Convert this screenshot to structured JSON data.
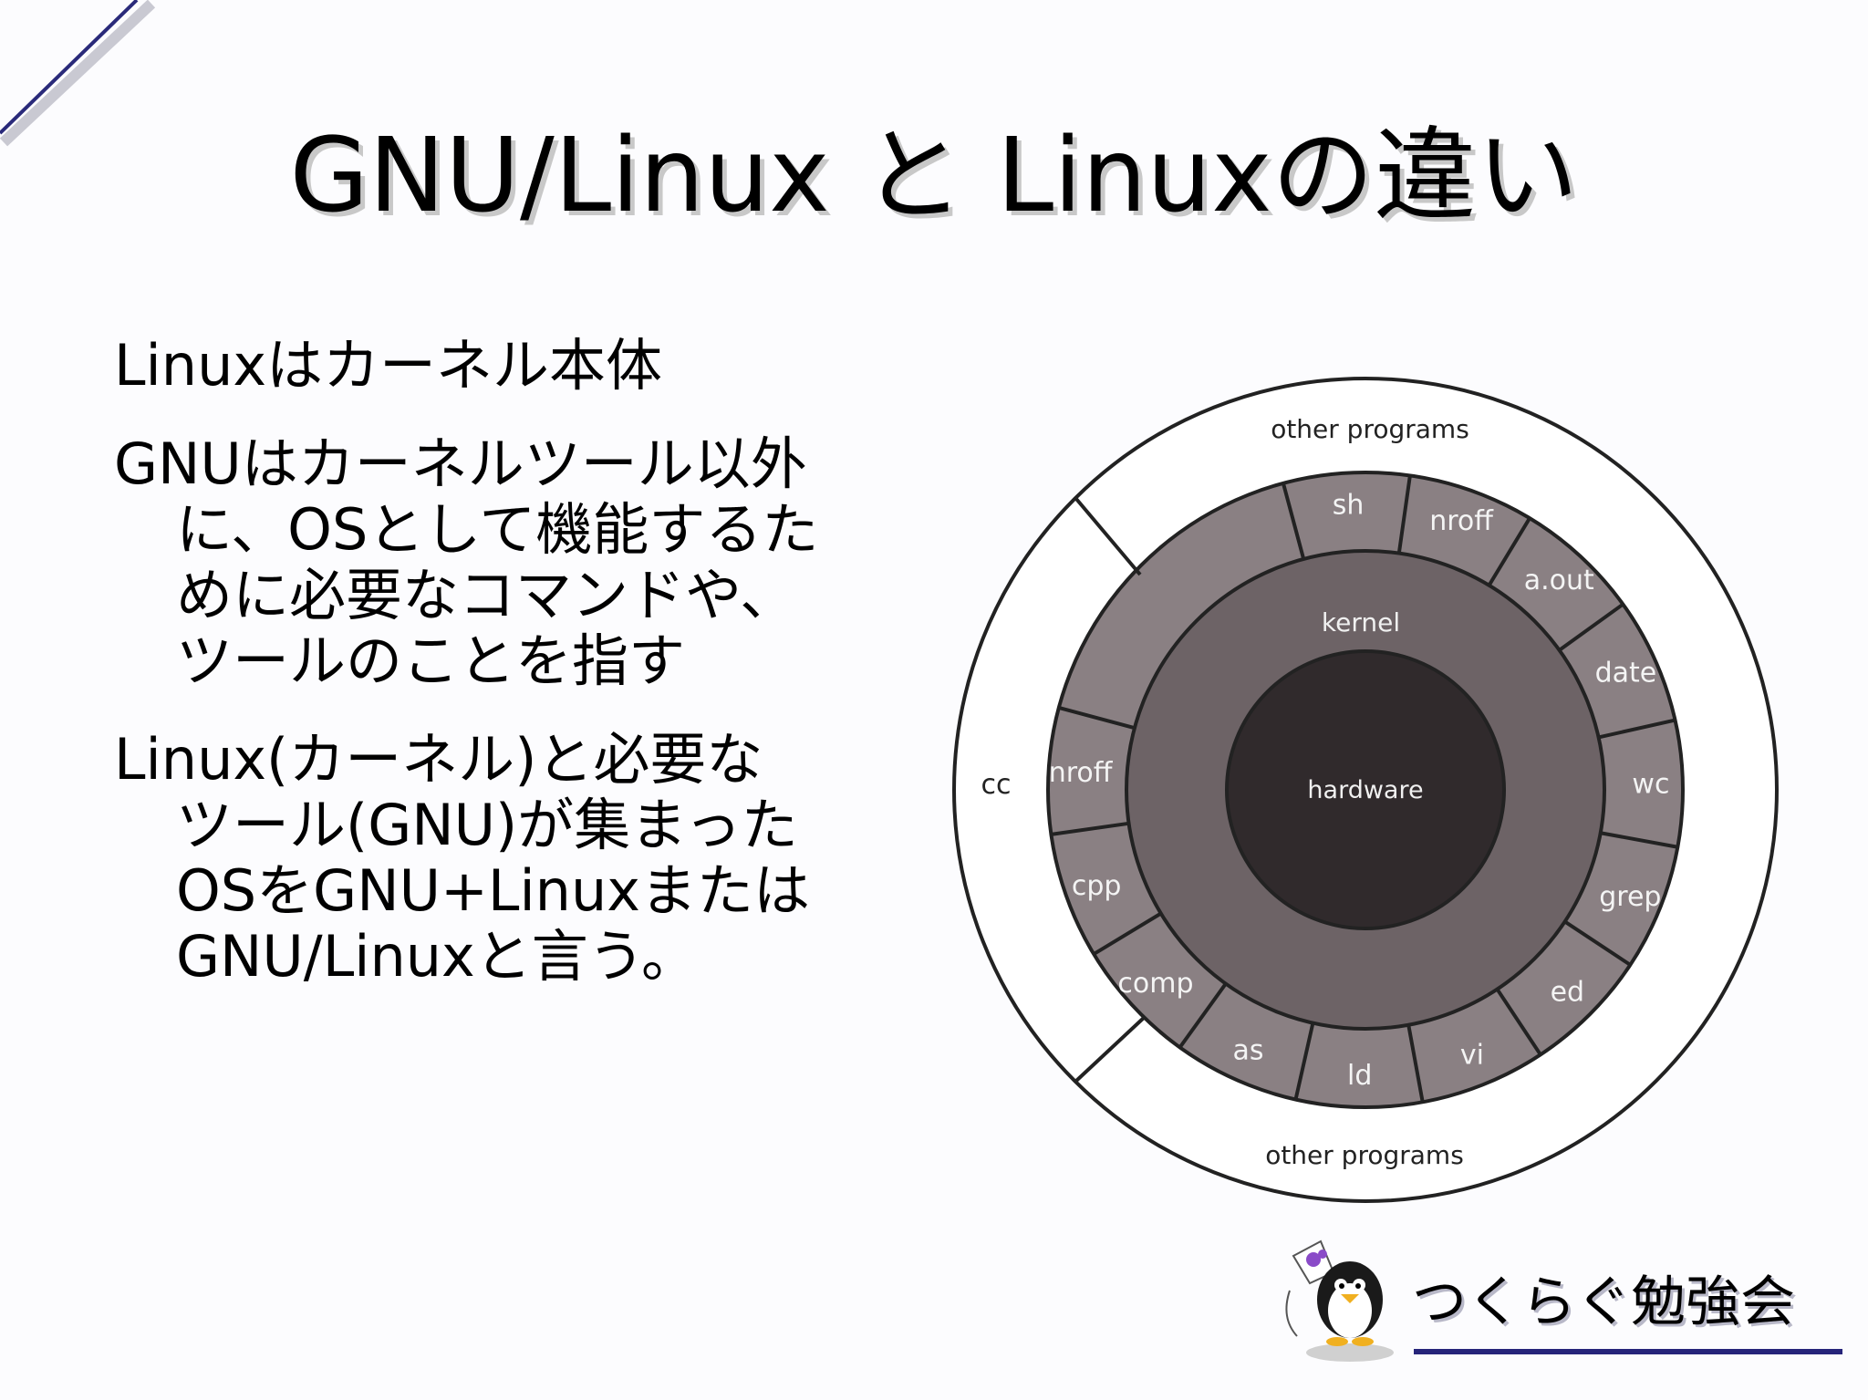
{
  "slide": {
    "title": "GNU/Linux と Linuxの違い",
    "bullets": [
      {
        "lines": [
          "Linuxはカーネル本体"
        ]
      },
      {
        "lines": [
          "GNUはカーネルツール以外",
          "に、OSとして機能するた",
          "めに必要なコマンドや、",
          "ツールのことを指す"
        ]
      },
      {
        "lines": [
          "Linux(カーネル)と必要な",
          "ツール(GNU)が集まった",
          "OSをGNU+Linuxまたは",
          "GNU/Linuxと言う。"
        ]
      }
    ]
  },
  "diagram": {
    "center": "hardware",
    "kernel": "kernel",
    "programs": [
      "sh",
      "nroff",
      "a.out",
      "date",
      "wc",
      "grep",
      "ed",
      "vi",
      "ld",
      "as",
      "comp",
      "cpp",
      "nroff"
    ],
    "outer_top": "other programs",
    "outer_bottom": "other programs",
    "outer_left": "cc",
    "colors": {
      "hardware": "#302a2c",
      "kernel": "#6d6366",
      "programs": "#8a8083",
      "outer_ring": "#ffffff",
      "lines": "#222222"
    }
  },
  "logo": {
    "text": "つくらぐ勉強会",
    "underline_color": "#26247a"
  },
  "decoration": {
    "corner_line_color": "#2a2a7a"
  }
}
